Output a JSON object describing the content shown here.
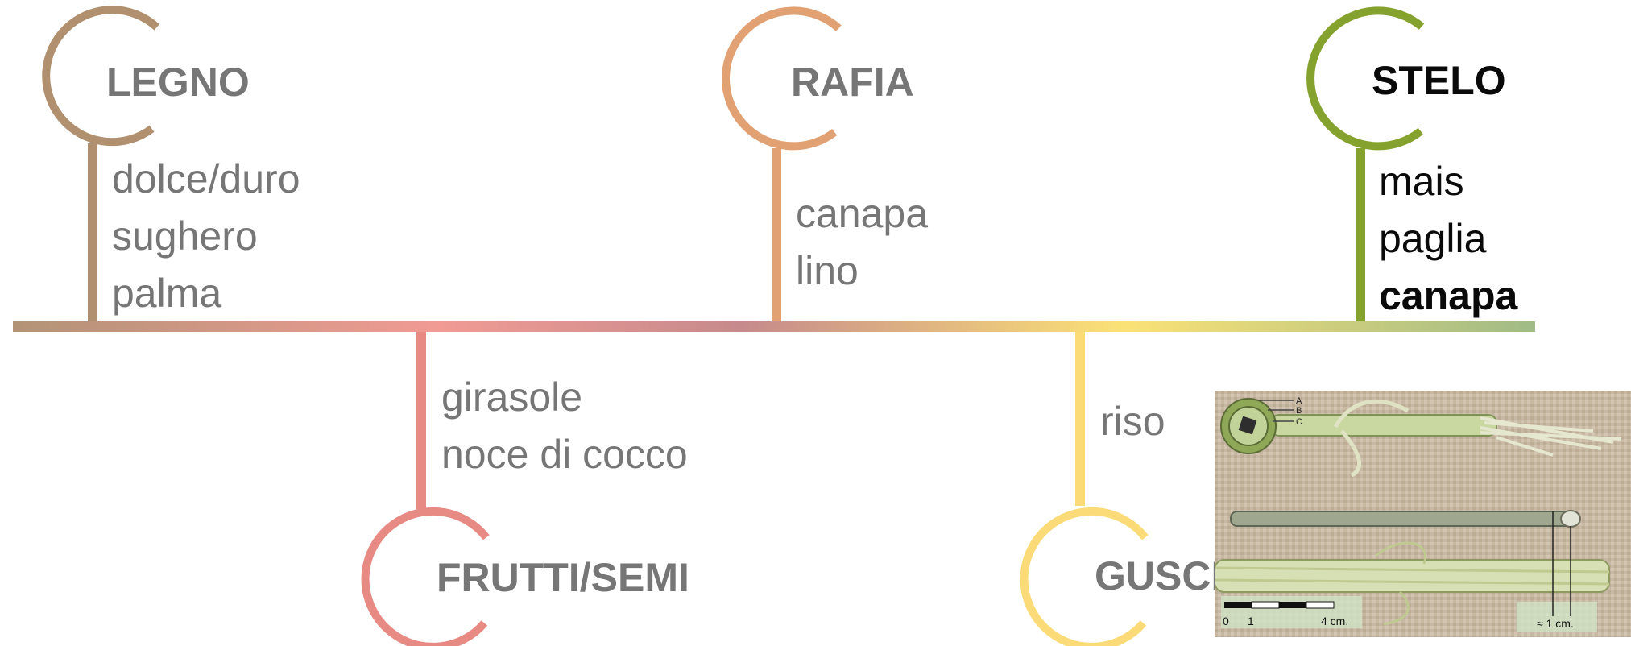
{
  "diagram": {
    "categories": [
      {
        "id": "legno",
        "title": "LEGNO",
        "items": [
          "dolce/duro",
          "sughero",
          "palma"
        ],
        "color": "#b0906f",
        "position": "top"
      },
      {
        "id": "frutti",
        "title": "FRUTTI/SEMI",
        "items": [
          "girasole",
          "noce di cocco"
        ],
        "color": "#e88a84",
        "position": "bottom"
      },
      {
        "id": "rafia",
        "title": "RAFIA",
        "items": [
          "canapa",
          "lino"
        ],
        "color": "#e1a173",
        "position": "top"
      },
      {
        "id": "gusci",
        "title": "GUSCI",
        "items": [
          "riso"
        ],
        "color": "#fadb78",
        "position": "bottom"
      },
      {
        "id": "stelo",
        "title": "STELO",
        "items": [
          "mais",
          "paglia",
          "canapa"
        ],
        "color": "#86a22e",
        "position": "top",
        "highlighted_item": "canapa"
      }
    ],
    "timeline_gradient": [
      "#b29376",
      "#f19b94",
      "#c68a8c",
      "#fbe276",
      "#a0bb86"
    ]
  },
  "photo": {
    "section_labels": [
      "A",
      "B",
      "C"
    ],
    "scale_labels": [
      "0",
      "1",
      "4 cm."
    ],
    "diameter_label": "≈ 1 cm."
  }
}
